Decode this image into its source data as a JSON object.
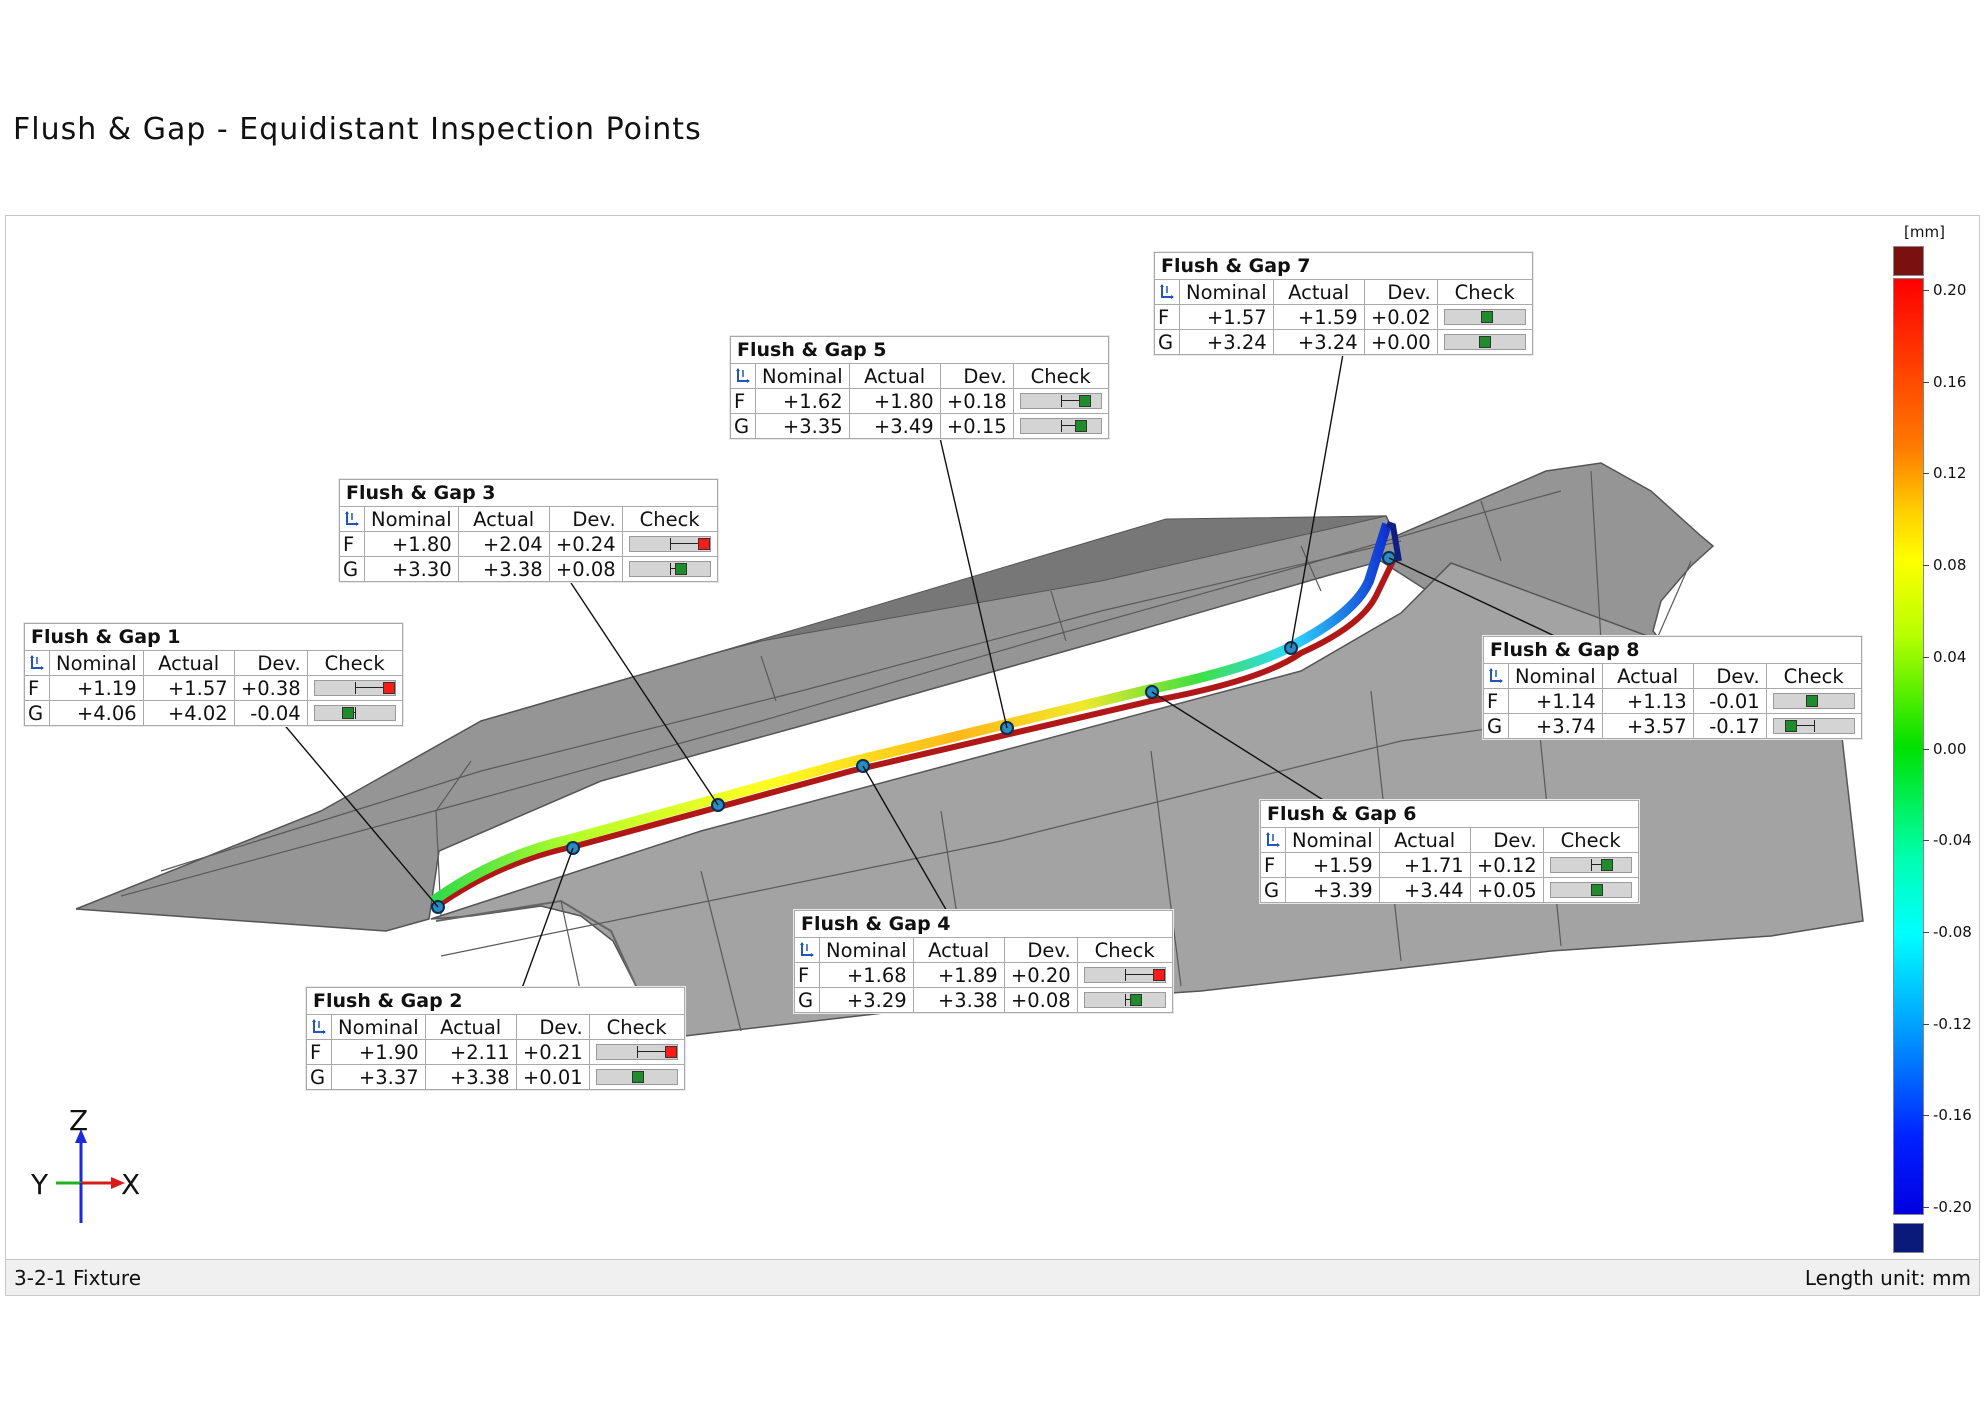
{
  "title": "Flush & Gap - Equidistant Inspection Points",
  "status_bar": {
    "left": "3-2-1 Fixture",
    "right": "Length unit: mm"
  },
  "legend": {
    "unit": "[mm]",
    "labels": [
      "0.20",
      "0.16",
      "0.12",
      "0.08",
      "0.04",
      "0.00",
      "-0.04",
      "-0.08",
      "-0.12",
      "-0.16",
      "-0.20"
    ],
    "colors": {
      "over": "#7a1010",
      "under": "#0a1a7a",
      "max": "#ff0000",
      "mid": "#00e000",
      "min": "#0000e0"
    }
  },
  "axes": {
    "z": "Z",
    "y": "Y",
    "x": "X"
  },
  "table_headers": {
    "nominal": "Nominal",
    "actual": "Actual",
    "dev": "Dev.",
    "check": "Check"
  },
  "labels": [
    {
      "title": "Flush & Gap 1",
      "rows": [
        {
          "type": "F",
          "nominal": "+1.19",
          "actual": "+1.57",
          "dev": "+0.38",
          "status": "bad",
          "level": 1.0
        },
        {
          "type": "G",
          "nominal": "+4.06",
          "actual": "+4.02",
          "dev": "-0.04",
          "status": "ok",
          "level": 0.4
        }
      ]
    },
    {
      "title": "Flush & Gap 2",
      "rows": [
        {
          "type": "F",
          "nominal": "+1.90",
          "actual": "+2.11",
          "dev": "+0.21",
          "status": "bad",
          "level": 1.0
        },
        {
          "type": "G",
          "nominal": "+3.37",
          "actual": "+3.38",
          "dev": "+0.01",
          "status": "ok",
          "level": 0.52
        }
      ]
    },
    {
      "title": "Flush & Gap 3",
      "rows": [
        {
          "type": "F",
          "nominal": "+1.80",
          "actual": "+2.04",
          "dev": "+0.24",
          "status": "bad",
          "level": 1.0
        },
        {
          "type": "G",
          "nominal": "+3.30",
          "actual": "+3.38",
          "dev": "+0.08",
          "status": "ok",
          "level": 0.66
        }
      ]
    },
    {
      "title": "Flush & Gap 4",
      "rows": [
        {
          "type": "F",
          "nominal": "+1.68",
          "actual": "+1.89",
          "dev": "+0.20",
          "status": "bad",
          "level": 1.0
        },
        {
          "type": "G",
          "nominal": "+3.29",
          "actual": "+3.38",
          "dev": "+0.08",
          "status": "ok",
          "level": 0.66
        }
      ]
    },
    {
      "title": "Flush & Gap 5",
      "rows": [
        {
          "type": "F",
          "nominal": "+1.62",
          "actual": "+1.80",
          "dev": "+0.18",
          "status": "ok",
          "level": 0.86
        },
        {
          "type": "G",
          "nominal": "+3.35",
          "actual": "+3.49",
          "dev": "+0.15",
          "status": "ok",
          "level": 0.8
        }
      ]
    },
    {
      "title": "Flush & Gap 6",
      "rows": [
        {
          "type": "F",
          "nominal": "+1.59",
          "actual": "+1.71",
          "dev": "+0.12",
          "status": "ok",
          "level": 0.74
        },
        {
          "type": "G",
          "nominal": "+3.39",
          "actual": "+3.44",
          "dev": "+0.05",
          "status": "ok",
          "level": 0.6
        }
      ]
    },
    {
      "title": "Flush & Gap 7",
      "rows": [
        {
          "type": "F",
          "nominal": "+1.57",
          "actual": "+1.59",
          "dev": "+0.02",
          "status": "ok",
          "level": 0.54
        },
        {
          "type": "G",
          "nominal": "+3.24",
          "actual": "+3.24",
          "dev": "+0.00",
          "status": "ok",
          "level": 0.5
        }
      ]
    },
    {
      "title": "Flush & Gap 8",
      "rows": [
        {
          "type": "F",
          "nominal": "+1.14",
          "actual": "+1.13",
          "dev": "-0.01",
          "status": "ok",
          "level": 0.48
        },
        {
          "type": "G",
          "nominal": "+3.74",
          "actual": "+3.57",
          "dev": "-0.17",
          "status": "ok",
          "level": 0.16
        }
      ]
    }
  ]
}
